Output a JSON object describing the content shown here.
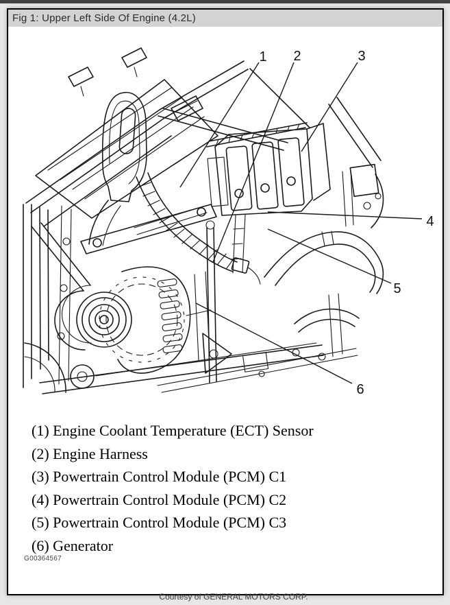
{
  "window": {
    "title": "Fig 1: Upper Left Side Of Engine (4.2L)"
  },
  "callouts": [
    {
      "n": "1",
      "label": "Engine Coolant Temperature (ECT) Sensor"
    },
    {
      "n": "2",
      "label": "Engine Harness"
    },
    {
      "n": "3",
      "label": "Powertrain Control Module (PCM) C1"
    },
    {
      "n": "4",
      "label": "Powertrain Control Module (PCM) C2"
    },
    {
      "n": "5",
      "label": "Powertrain Control Module (PCM) C3"
    },
    {
      "n": "6",
      "label": "Generator"
    }
  ],
  "legend": {
    "display": [
      "(1) Engine Coolant Temperature (ECT) Sensor",
      "(2) Engine Harness",
      "(3) Powertrain Control Module (PCM) C1",
      "(4) Powertrain Control Module (PCM) C2",
      "(5) Powertrain Control Module (PCM) C3",
      "(6) Generator"
    ]
  },
  "figure": {
    "figure_id": "G00364567",
    "courtesy": "Courtesy of GENERAL MOTORS CORP."
  },
  "colors": {
    "window_edge": "#424242",
    "title_bar_bg": "#d3d3d3",
    "line_art": "#1a1a1a",
    "page_bg": "#e7e7e7",
    "panel_bg": "#ffffff"
  }
}
